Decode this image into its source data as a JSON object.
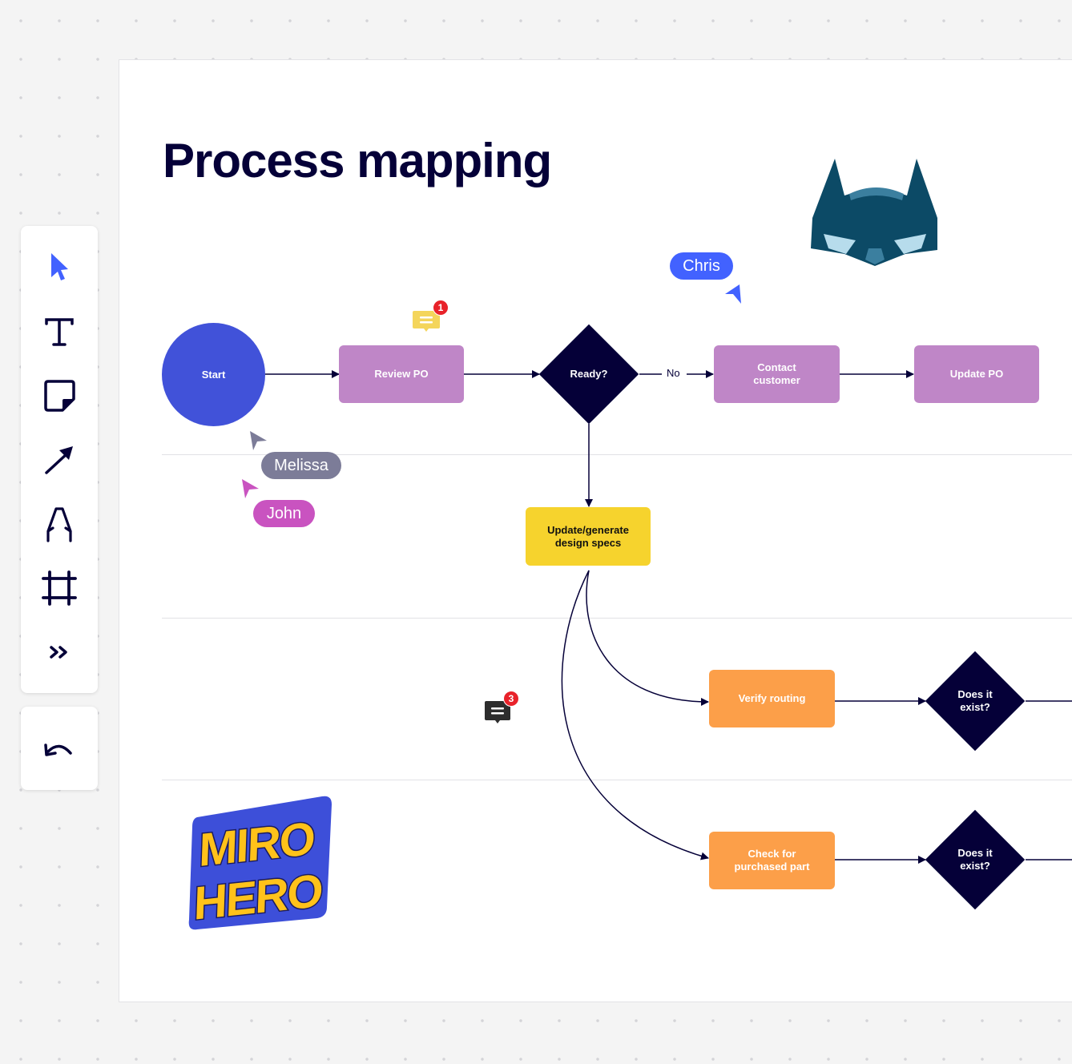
{
  "board": {
    "title": "Process mapping"
  },
  "colors": {
    "ink": "#050038",
    "start": "#4152d9",
    "purple": "#bf86c7",
    "orange": "#fc9f49",
    "yellow": "#f6d32d",
    "select_accent": "#4262ff",
    "chris": "#4262ff",
    "melissa": "#7c7c98",
    "john": "#c953c0",
    "badge": "#e8222a"
  },
  "toolbar": {
    "tools": [
      {
        "name": "select",
        "icon": "cursor-arrow-icon",
        "active": true
      },
      {
        "name": "text",
        "icon": "text-icon"
      },
      {
        "name": "sticky-note",
        "icon": "sticky-note-icon"
      },
      {
        "name": "connection-line",
        "icon": "arrow-line-icon"
      },
      {
        "name": "pen",
        "icon": "pen-icon"
      },
      {
        "name": "frame",
        "icon": "frame-icon"
      },
      {
        "name": "more-tools",
        "icon": "chevron-double-right-icon"
      }
    ],
    "undo_icon": "undo-icon"
  },
  "flow": {
    "start": "Start",
    "review_po": "Review PO",
    "ready": "Ready?",
    "no_label": "No",
    "contact_customer_l1": "Contact",
    "contact_customer_l2": "customer",
    "update_po": "Update PO",
    "update_specs_l1": "Update/generate",
    "update_specs_l2": "design specs",
    "verify_routing": "Verify routing",
    "check_part_l1": "Check for",
    "check_part_l2": "purchased part",
    "exist1_l1": "Does it",
    "exist1_l2": "exist?",
    "exist2_l1": "Does it",
    "exist2_l2": "exist?"
  },
  "comments": [
    {
      "count": "1",
      "style": "yellow"
    },
    {
      "count": "3",
      "style": "dark"
    }
  ],
  "collaborators": [
    {
      "name": "Chris"
    },
    {
      "name": "Melissa"
    },
    {
      "name": "John"
    }
  ],
  "stickers": {
    "mask": "bat-mask-sticker",
    "hero_l1": "MIRO",
    "hero_l2": "HERO"
  }
}
